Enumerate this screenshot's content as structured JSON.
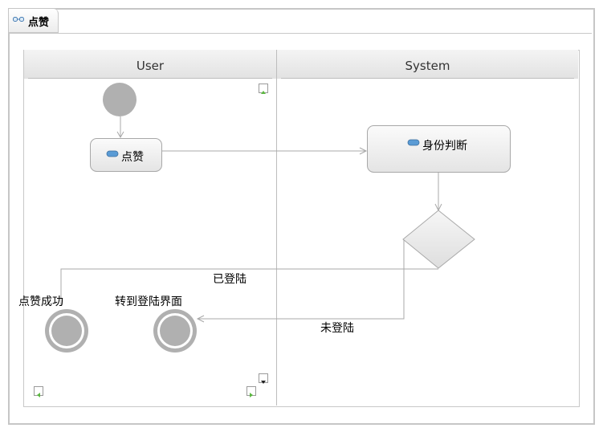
{
  "tab": {
    "title": "点赞"
  },
  "lanes": [
    {
      "title": "User"
    },
    {
      "title": "System"
    }
  ],
  "nodes": {
    "like_action": "点赞",
    "identity_check": "身份判断",
    "like_success": "点赞成功",
    "goto_login": "转到登陆界面"
  },
  "edges": {
    "logged_in": "已登陆",
    "not_logged_in": "未登陆"
  },
  "colors": {
    "node_gray": "#b0b0b0",
    "line": "#a8a8a8",
    "icon_blue": "#5a9bd5",
    "scroll_green": "#5ab73f"
  }
}
